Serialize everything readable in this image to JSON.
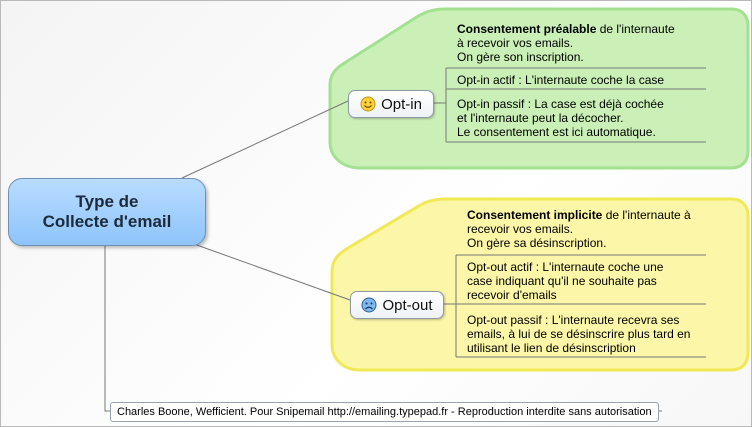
{
  "root": {
    "line1": "Type de",
    "line2": "Collecte d'email"
  },
  "optin": {
    "label": "Opt-in",
    "icon": "smiley-happy-icon",
    "color": "#c8f0b4",
    "note1": {
      "bold": "Consentement préalable",
      "rest": " de l'internaute",
      "line2": "à recevoir vos emails.",
      "line3": "On gère son inscription."
    },
    "note2": {
      "line1": "Opt-in actif : L'internaute coche la case"
    },
    "note3": {
      "line1": "Opt-in passif : La case est déjà cochée",
      "line2": "et l'internaute peut la décocher.",
      "line3": "Le consentement est ici automatique."
    }
  },
  "optout": {
    "label": "Opt-out",
    "icon": "smiley-sad-icon",
    "color": "#fcf6a4",
    "note1": {
      "bold": "Consentement implicite",
      "rest": " de l'internaute à",
      "line2": "recevoir vos emails.",
      "line3": "On gère sa désinscription."
    },
    "note2": {
      "line1": "Opt-out actif : L'internaute coche une",
      "line2": "case indiquant qu'il ne souhaite pas",
      "line3": "recevoir d'emails"
    },
    "note3": {
      "line1": "Opt-out passif : L'internaute recevra ses",
      "line2": "emails, à lui de se désinscrire plus tard en",
      "line3": "utilisant le lien de désinscription"
    }
  },
  "footer": {
    "text": "Charles Boone, Wefficient. Pour Snipemail http://emailing.typepad.fr - Reproduction interdite sans autorisation"
  }
}
